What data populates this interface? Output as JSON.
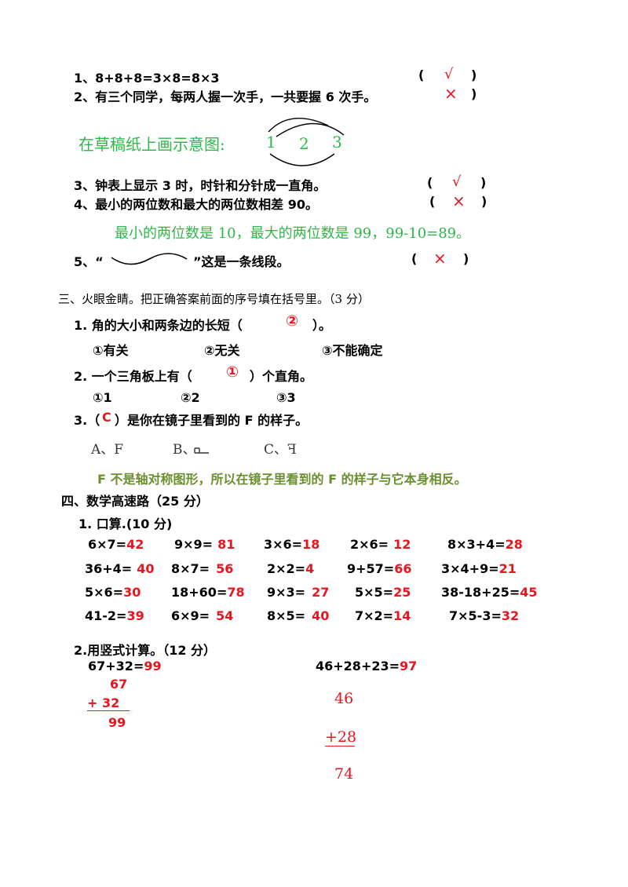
{
  "tf": [
    {
      "text": "1、8+8+8=3×8=8×3",
      "mark": "√"
    },
    {
      "text": "2、有三个同学，每两人握一次手，一共要握 6 次手。",
      "mark": "×"
    },
    {
      "text": "3、钟表上显示 3 时，时针和分针成一直角。",
      "mark": "√"
    },
    {
      "text": "4、最小的两位数和最大的两位数相差 90。",
      "mark": "×"
    },
    {
      "text_left": "5、“",
      "text_right": "”这是一条线段。",
      "mark": "×"
    }
  ],
  "paren_open": "(",
  "paren_close": ")",
  "sketch_note": {
    "label": "在草稿纸上画示意图:",
    "n1": "1",
    "n2": "2",
    "n3": "3"
  },
  "tf4_note": "最小的两位数是 10，最大的两位数是 99，99-10=89。",
  "section3": {
    "title": "三、火眼金睛。把正确答案前面的序号填在括号里。（3 分）",
    "q1": {
      "before": "1. 角的大小和两条边的长短（",
      "answer": "②",
      "after": "）。",
      "options": [
        "①有关",
        "②无关",
        "③不能确定"
      ]
    },
    "q2": {
      "before": "2. 一个三角板上有（",
      "answer": "①",
      "after": "）个直角。",
      "options": [
        "①1",
        "②2",
        "③3"
      ]
    },
    "q3": {
      "before": "3.（",
      "answer": "C",
      "after": "）是你在镜子里看到的 F 的样子。",
      "options": [
        "A、F",
        "B、",
        "C、ꟻ"
      ]
    },
    "note": "F 不是轴对称图形，所以在镜子里看到的 F 的样子与它本身相反。"
  },
  "section4": {
    "title": "四、数学高速路（25 分）",
    "mental_title": "1. 口算.(10 分)",
    "mental": [
      [
        {
          "q": "6×7=",
          "a": "42"
        },
        {
          "q": "9×9=",
          "a": "81"
        },
        {
          "q": "3×6=",
          "a": "18"
        },
        {
          "q": "2×6=",
          "a": "12"
        },
        {
          "q": "8×3+4=",
          "a": "28"
        }
      ],
      [
        {
          "q": "36+4=",
          "a": "40"
        },
        {
          "q": "8×7=",
          "a": "56"
        },
        {
          "q": "2×2=",
          "a": "4"
        },
        {
          "q": "9+57=",
          "a": "66"
        },
        {
          "q": "3×4+9=",
          "a": "21"
        }
      ],
      [
        {
          "q": "5×6=",
          "a": "30"
        },
        {
          "q": "18+60=",
          "a": "78"
        },
        {
          "q": "9×3=",
          "a": "27"
        },
        {
          "q": "5×5=",
          "a": "25"
        },
        {
          "q": "38-18+25=",
          "a": "45"
        }
      ],
      [
        {
          "q": "41-2=",
          "a": "39"
        },
        {
          "q": "6×9=",
          "a": "54"
        },
        {
          "q": "8×5=",
          "a": "40"
        },
        {
          "q": "7×2=",
          "a": "14"
        },
        {
          "q": "7×5-3=",
          "a": "32"
        }
      ]
    ],
    "vertical_title": "2.用竖式计算。（12 分）",
    "v1": {
      "q": "67+32=",
      "a": "99",
      "top": "67",
      "op": "+ 32",
      "res": "99"
    },
    "v2": {
      "q": "46+28+23=",
      "a": "97",
      "top": "46",
      "op": "+28",
      "res": "74"
    }
  }
}
